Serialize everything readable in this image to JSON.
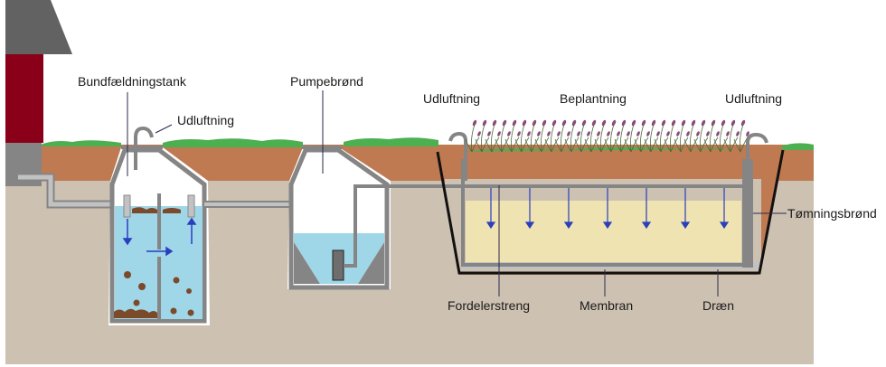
{
  "diagram": {
    "title": "Septic tank with planted soil filter system",
    "labels": {
      "settling_tank": "Bundfældningstank",
      "vent_tank": "Udluftning",
      "pump_well": "Pumpebrønd",
      "vent_filter_left": "Udluftning",
      "planting": "Beplantning",
      "vent_filter_right": "Udluftning",
      "drain_well": "Tømningsbrønd",
      "distribution_pipe": "Fordelerstreng",
      "membrane": "Membran",
      "drain": "Dræn"
    },
    "components": [
      {
        "id": "house",
        "name": "House"
      },
      {
        "id": "settling_tank",
        "name": "Bundfældningstank",
        "chambers": 2
      },
      {
        "id": "pump_well",
        "name": "Pumpebrønd"
      },
      {
        "id": "filter_bed",
        "name": "Planted filter bed",
        "distribution_arrows": 7
      },
      {
        "id": "drain_well",
        "name": "Tømningsbrønd"
      }
    ],
    "colors": {
      "sky": "#ffffff",
      "soil_top": "#c07a52",
      "soil_bottom": "#cdc1b2",
      "grass": "#4caf50",
      "water": "#9fd6e8",
      "sand": "#efe3b2",
      "pipe": "#858585",
      "pipe_light": "#c2c2c2",
      "house_wall": "#8a0018",
      "house_roof": "#626262",
      "arrow": "#2a3fbd",
      "sludge": "#7a4a2a",
      "plant_flower": "#8a4c78"
    }
  }
}
